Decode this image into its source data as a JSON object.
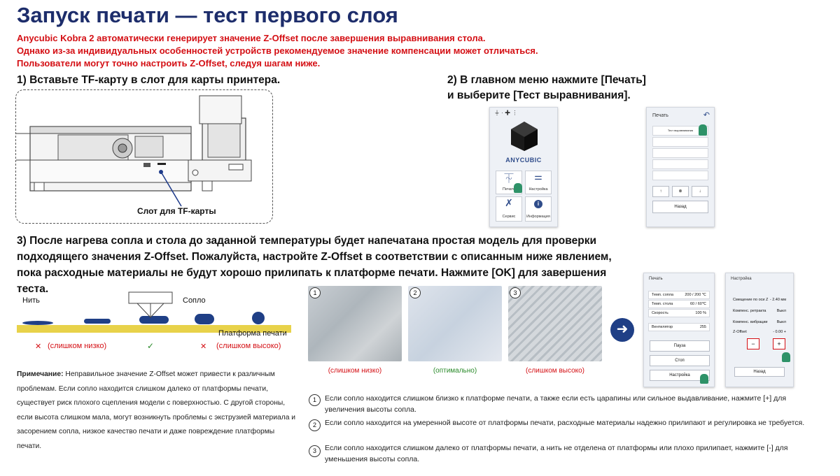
{
  "title": "Запуск печати — тест первого слоя",
  "intro": [
    "Anycubic Kobra 2 автоматически генерирует значение Z-Offset после завершения выравнивания стола.",
    "Однако из-за индивидуальных особенностей устройств рекомендуемое значение компенсации может отличаться.",
    "Пользователи могут точно настроить Z-Offset, следуя шагам ниже."
  ],
  "step1": "1) Вставьте TF-карту в слот для карты принтера.",
  "step1_callout": "Слот для TF-карты",
  "step2": [
    "2) В главном меню нажмите [Печать]",
    "и выберите [Тест выравнивания]."
  ],
  "step3": "3) После нагрева сопла и стола до заданной температуры будет напечатана простая модель для проверки подходящего значения Z-Offset. Пожалуйста, настройте Z-Offset в соответствии с описанным ниже явлением, пока расходные материалы не будут хорошо прилипать к платформе печати. Нажмите [OK] для завершения теста.",
  "main_menu": {
    "brand": "ANYCUBIC",
    "tiles": [
      "Печать",
      "Настройка",
      "Сервис",
      "Информация"
    ]
  },
  "print_menu": {
    "title": "Печать",
    "item": "Тест выравнивания",
    "back": "Назад"
  },
  "diagram": {
    "filament": "Нить",
    "nozzle": "Сопло",
    "platform": "Платформа печати",
    "too_low": "(слишком низко)",
    "too_high": "(слишком высоко)",
    "mark_bad": "✕",
    "mark_ok": "✓"
  },
  "note": {
    "label": "Примечание:",
    "text": " Неправильное значение Z-Offset может привести к различным проблемам. Если сопло находится слишком далеко от платформы печати, существует риск плохого сцепления модели с поверхностью. С другой стороны, если высота слишком мала, могут возникнуть проблемы с экструзией материала и засорением сопла, низкое качество печати и даже повреждение платформы печати."
  },
  "photos": [
    {
      "num": "1",
      "label": "(слишком низко)",
      "color": "#d40f14"
    },
    {
      "num": "2",
      "label": "(оптимально)",
      "color": "#2a8a2a"
    },
    {
      "num": "3",
      "label": "(слишком высоко)",
      "color": "#d40f14"
    }
  ],
  "print_screen": {
    "title": "Печать",
    "rows": [
      {
        "k": "Темп. сопла",
        "v": "200 / 200 ℃"
      },
      {
        "k": "Темп. стола",
        "v": "60 / 60℃"
      },
      {
        "k": "Скорость",
        "v": "100 %"
      },
      {
        "k": "Вентилятор",
        "v": "255"
      }
    ],
    "buttons": [
      "Пауза",
      "Стоп",
      "Настройка"
    ]
  },
  "settings_screen": {
    "title": "Настройка",
    "rows": [
      {
        "k": "Смещение по оси Z",
        "v": "- 2.40 мм"
      },
      {
        "k": "Компенс. ретракта",
        "v": "Выкл"
      },
      {
        "k": "Компенс. вибрации",
        "v": "Выкл"
      },
      {
        "k": "Z-Offset",
        "v": "- 0.00 +"
      }
    ],
    "minus": "−",
    "plus": "+",
    "back": "Назад"
  },
  "instructions": [
    {
      "num": "1",
      "text": "Если сопло находится слишком близко к платформе печати, а также если есть царапины или сильное выдавливание, нажмите [+] для увеличения высоты сопла."
    },
    {
      "num": "2",
      "text": "Если сопло находится на умеренной высоте от платформы печати, расходные материалы надежно прилипают и регулировка не требуется."
    },
    {
      "num": "3",
      "text": "Если сопло находится слишком далеко от платформы печати, а нить не отделена от платформы или плохо прилипает, нажмите [-] для уменьшения высоты сопла."
    }
  ],
  "colors": {
    "title": "#1d2d6b",
    "warning": "#d40f14",
    "ok": "#2a8a2a",
    "platform": "#e8d24a",
    "blob": "#1f3f86"
  }
}
